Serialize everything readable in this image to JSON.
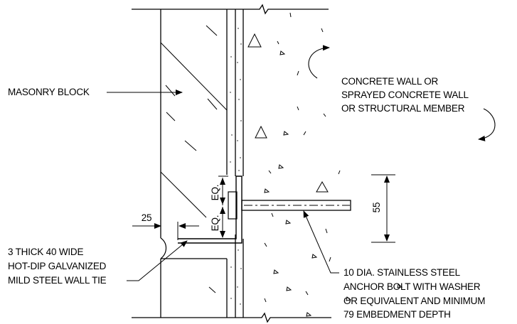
{
  "labels": {
    "masonry_block": "MASONRY BLOCK",
    "concrete_wall": [
      "CONCRETE WALL OR",
      "SPRAYED CONCRETE WALL",
      "OR STRUCTURAL MEMBER"
    ],
    "wall_tie": [
      "3 THICK 40 WIDE",
      "HOT-DIP GALVANIZED",
      "MILD STEEL WALL TIE"
    ],
    "anchor_bolt": [
      "10 DIA. STAINLESS STEEL",
      "ANCHOR BOLT WITH WASHER",
      "OR EQUIVALENT AND MINIMUM",
      "79 EMBEDMENT DEPTH"
    ]
  },
  "dimensions": {
    "gap": "25",
    "bolt_spacing": "55",
    "eq_top": "EQ.",
    "eq_bottom": "EQ."
  }
}
